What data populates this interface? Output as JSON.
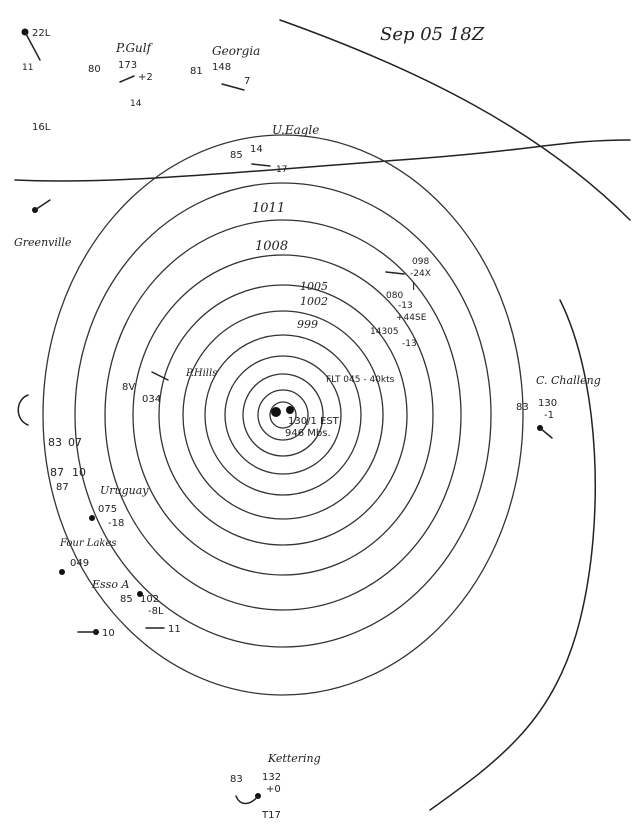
{
  "date_label": "Sep 05 18Z",
  "center": {
    "line1": "130/1 EST",
    "line2": "946 Mbs."
  },
  "isobars": [
    "1011",
    "1008",
    "1005",
    "1002",
    "999"
  ],
  "stations": {
    "p_gulf": {
      "name": "P.Gulf",
      "temp": "80",
      "pressure": "173",
      "tendency": "+2",
      "wind": "14"
    },
    "georgia": {
      "name": "Georgia",
      "temp": "81",
      "pressure": "148",
      "tendency": "7"
    },
    "u_eagle": {
      "name": "U.Eagle",
      "temp": "85",
      "pressure": "14",
      "tendency": "17"
    },
    "greenville": {
      "name": "Greenville"
    },
    "uruguay": {
      "name": "Uruguay",
      "temp": "87",
      "pressure": "075",
      "tendency": "-18"
    },
    "four_lakes": {
      "name": "Four Lakes",
      "pressure": "049"
    },
    "esso": {
      "name": "Esso A",
      "temp": "85",
      "pressure": "102",
      "tendency": "-8L"
    },
    "c_challenge": {
      "name": "C. Challeng",
      "temp": "83",
      "pressure": "130",
      "tendency": "-1"
    },
    "kettering": {
      "name": "Kettering",
      "temp": "83",
      "pressure": "132",
      "tendency": "+0",
      "wind": "T17"
    },
    "nw_corner": {
      "pressure": "22L",
      "wind": "11"
    },
    "w_side": {
      "value": "16L"
    },
    "west_obs": {
      "temp": "83",
      "pressure": "07"
    },
    "west_obs2": {
      "temp": "87",
      "pressure": "10"
    },
    "south_obs": {
      "value": "10"
    },
    "south_obs2": {
      "value": "11"
    },
    "p_hills": {
      "name": "P.Hills",
      "pressure": "034",
      "wind": "8V"
    },
    "ne_obs": {
      "pressure": "098",
      "tendency": "-24X",
      "value": "I"
    },
    "ne_obs2": {
      "pressure": "080",
      "tendency": "-13",
      "extra": "+44SE"
    },
    "ne_obs3": {
      "pressure": "14305",
      "tendency": "-13"
    },
    "e_obs": {
      "text": "FLT 045 - 40kts"
    }
  }
}
